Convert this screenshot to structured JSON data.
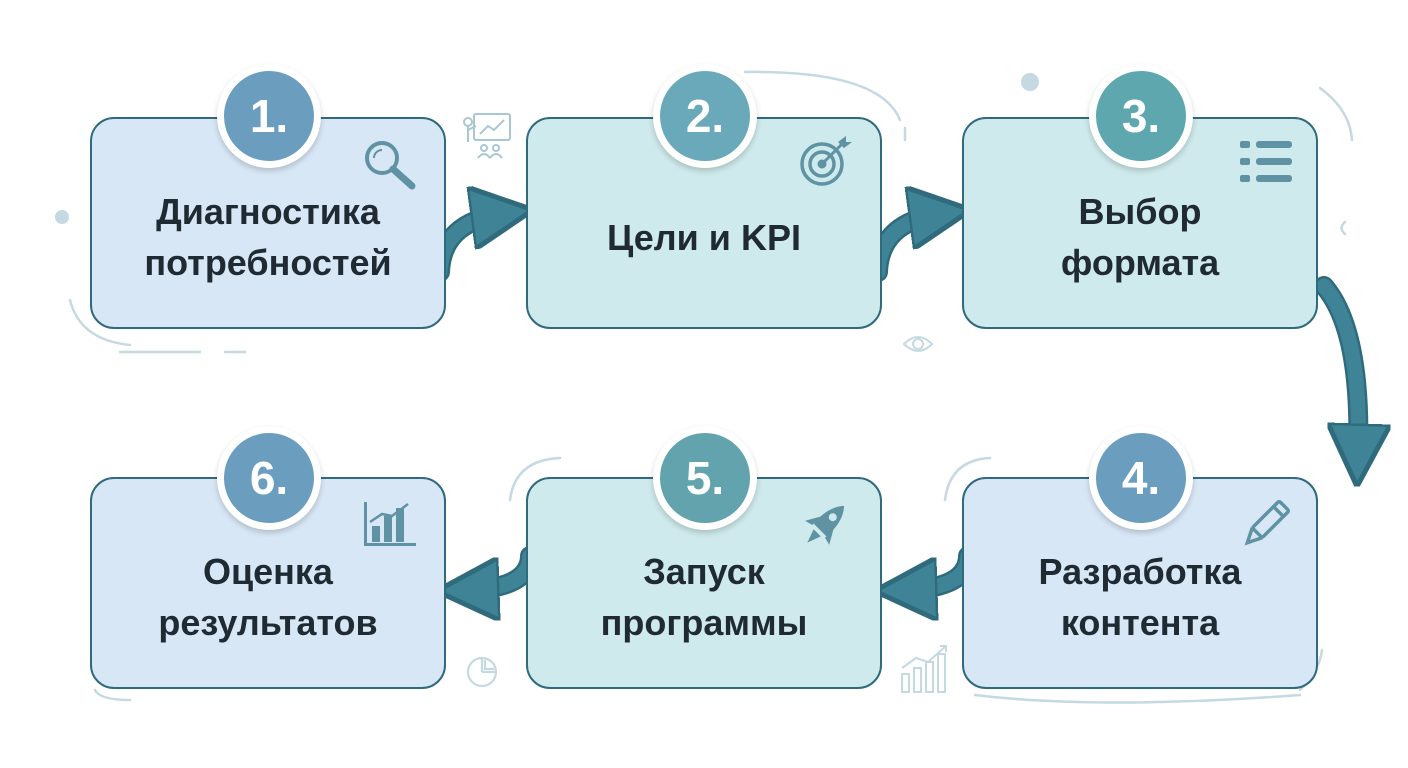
{
  "colors": {
    "card_blue": "#d8e7f6",
    "card_teal": "#cfeaec",
    "border": "#2f6b7c",
    "arrow": "#3f8496",
    "text": "#1f2a33",
    "decor": "#b9d0da"
  },
  "steps": [
    {
      "number": "1.",
      "label": "Диагностика\nпотребностей",
      "icon": "magnifier-icon"
    },
    {
      "number": "2.",
      "label": "Цели и KPI",
      "icon": "target-icon"
    },
    {
      "number": "3.",
      "label": "Выбор\nформата",
      "icon": "list-icon"
    },
    {
      "number": "4.",
      "label": "Разработка\nконтента",
      "icon": "pencil-icon"
    },
    {
      "number": "5.",
      "label": "Запуск\nпрограммы",
      "icon": "rocket-icon"
    },
    {
      "number": "6.",
      "label": "Оценка\nрезультатов",
      "icon": "bar-chart-icon"
    }
  ]
}
